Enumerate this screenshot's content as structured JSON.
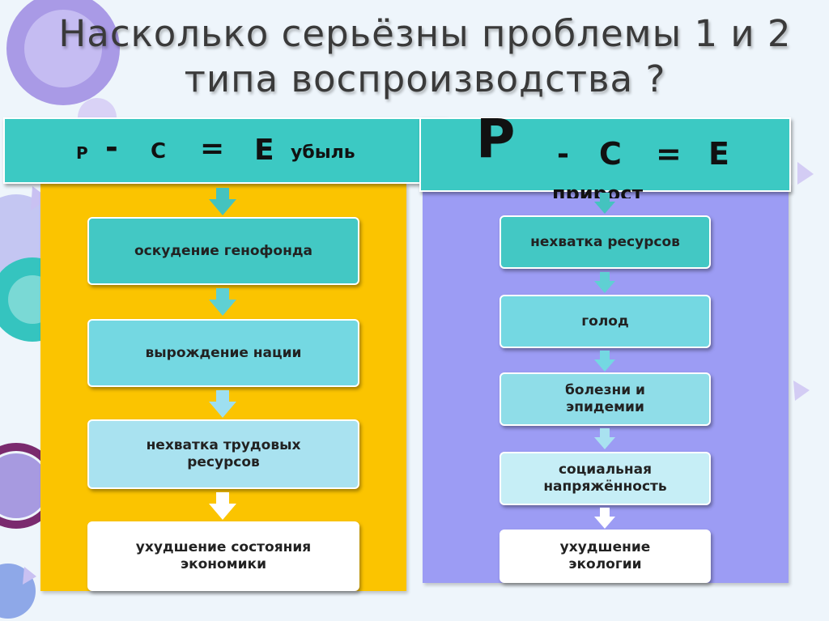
{
  "title": "Насколько серьёзны проблемы 1 и 2 типа воспроизводства ?",
  "left": {
    "header": {
      "p": "Р",
      "minus": "-",
      "c": "С",
      "eq": "=",
      "e": "Е",
      "word": "убыль"
    },
    "boxes": [
      "оскудение генофонда",
      "вырождение нации",
      "нехватка трудовых\nресурсов",
      "ухудшение состояния\nэкономики"
    ]
  },
  "right": {
    "header": {
      "p": "Р",
      "minus": "-",
      "c": "С",
      "eq": "=",
      "e": "Е",
      "word": "прирост"
    },
    "boxes": [
      "нехватка ресурсов",
      "голод",
      "болезни и\nэпидемии",
      "социальная\nнапряжённость",
      "ухудшение\nэкологии"
    ]
  },
  "colors": {
    "header": "#3cc9c3",
    "left_column": "#fbc400",
    "right_column": "#9c9cf4",
    "arrow": "#44c3bf"
  }
}
